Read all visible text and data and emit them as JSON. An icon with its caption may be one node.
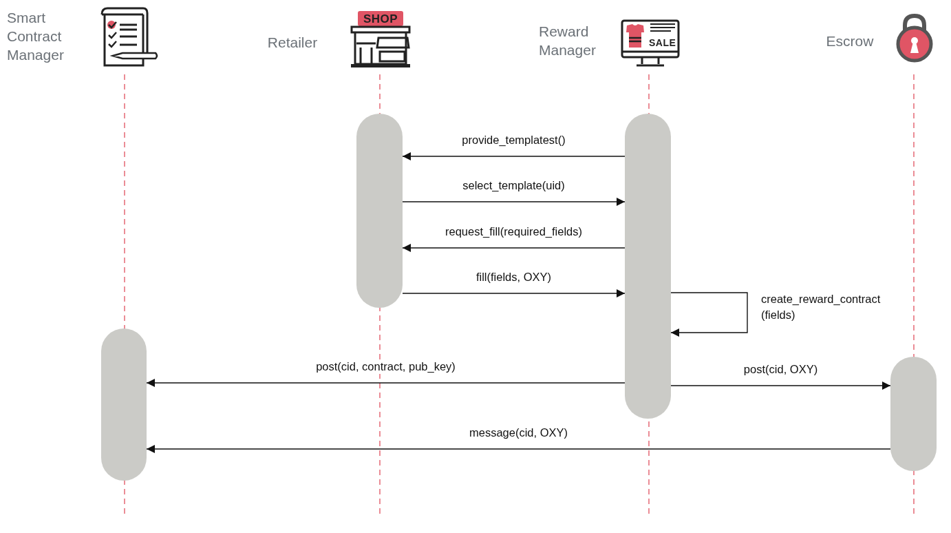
{
  "diagram": {
    "nodes": [
      {
        "text": [
          "Smart Contract Manager"
        ]
      },
      {
        "text": [
          "Retailer"
        ]
      },
      {
        "text": [
          "Reward Manager"
        ]
      },
      {
        "text": [
          "Escrow"
        ]
      },
      {
        "text": [],
        "shape": "bar"
      },
      {
        "text": [],
        "shape": "bar"
      },
      {
        "text": [],
        "shape": "bar"
      },
      {
        "text": [],
        "shape": "bar"
      }
    ],
    "edges": [
      {
        "from": 5,
        "to": 4,
        "arrow": "to",
        "label": "provide_templatest()"
      },
      {
        "from": 4,
        "to": 5,
        "arrow": "to",
        "label": "select_template(uid)"
      },
      {
        "from": 5,
        "to": 4,
        "arrow": "to",
        "label": "request_fill(required_fields)"
      },
      {
        "from": 4,
        "to": 5,
        "arrow": "to",
        "label": "fill(fields, OXY)"
      },
      {
        "from": 5,
        "to": 5,
        "arrow": "to",
        "label": "create_reward_contract (fields)"
      },
      {
        "from": 5,
        "to": 6,
        "arrow": "to",
        "label": "post(cid, contract, pub_key)"
      },
      {
        "from": 5,
        "to": 7,
        "arrow": "to",
        "label": "post(cid, OXY)"
      },
      {
        "from": 7,
        "to": 6,
        "arrow": "to",
        "label": "message(cid, OXY)"
      }
    ],
    "labels": [
      "SHOP",
      "SALE"
    ]
  }
}
